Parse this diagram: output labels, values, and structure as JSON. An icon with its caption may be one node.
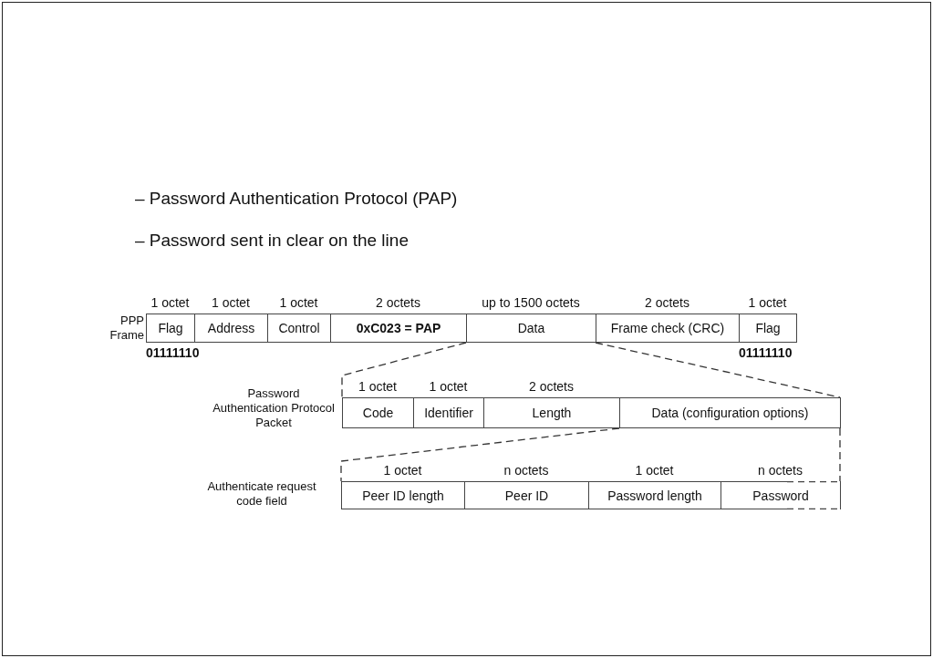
{
  "diagram": {
    "nodes": [
      {
        "text": [
          "PPP Frame"
        ]
      },
      {
        "text": [
          "Flag"
        ],
        "in": 0,
        "beside": [
          "1 octet",
          "01111110"
        ]
      },
      {
        "text": [
          "Address"
        ],
        "in": 0,
        "beside": [
          "1 octet"
        ]
      },
      {
        "text": [
          "Control"
        ],
        "in": 0,
        "beside": [
          "1 octet"
        ]
      },
      {
        "text": [
          "0xC023 = PAP"
        ],
        "in": 0,
        "beside": [
          "2 octets"
        ]
      },
      {
        "text": [
          "Data"
        ],
        "in": 0,
        "beside": [
          "up to 1500 octets"
        ]
      },
      {
        "text": [
          "Frame check (CRC)"
        ],
        "in": 0,
        "beside": [
          "2 octets"
        ]
      },
      {
        "text": [
          "Flag"
        ],
        "in": 0,
        "beside": [
          "1 octet",
          "01111110"
        ]
      },
      {
        "text": [
          "Password Authentication Protocol Packet"
        ]
      },
      {
        "text": [
          "Code"
        ],
        "in": 8,
        "beside": [
          "1 octet"
        ]
      },
      {
        "text": [
          "Identifier"
        ],
        "in": 8,
        "beside": [
          "1 octet"
        ]
      },
      {
        "text": [
          "Length"
        ],
        "in": 8,
        "beside": [
          "2 octets"
        ]
      },
      {
        "text": [
          "Data (configuration options)"
        ],
        "in": 8
      },
      {
        "text": [
          "Authenticate request code field"
        ]
      },
      {
        "text": [
          "Peer ID length"
        ],
        "in": 13,
        "beside": [
          "1 octet"
        ]
      },
      {
        "text": [
          "Peer ID"
        ],
        "in": 13,
        "beside": [
          "n octets"
        ]
      },
      {
        "text": [
          "Password length"
        ],
        "in": 13,
        "beside": [
          "1 octet"
        ]
      },
      {
        "text": [
          "Password"
        ],
        "in": 13,
        "beside": [
          "n octets"
        ]
      }
    ],
    "edges": [
      {
        "from": 5,
        "to": 9,
        "arrow": "none",
        "style": "dashed"
      },
      {
        "from": 5,
        "to": 12,
        "arrow": "none",
        "style": "dashed"
      },
      {
        "from": 12,
        "to": 14,
        "arrow": "none",
        "style": "dashed"
      },
      {
        "from": 12,
        "to": 17,
        "arrow": "none",
        "style": "dashed"
      }
    ],
    "labels": [
      "– Password Authentication Protocol (PAP)",
      "– Password sent in clear on the line"
    ]
  }
}
